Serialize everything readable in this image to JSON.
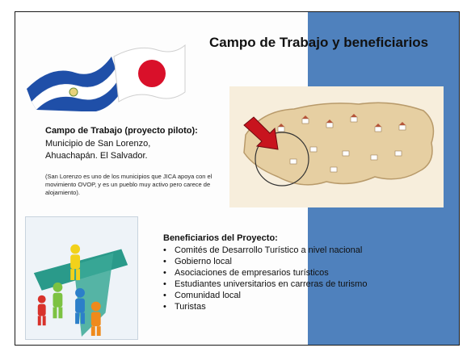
{
  "slide": {
    "title": "Campo de Trabajo y beneficiarios",
    "field": {
      "heading": "Campo de Trabajo (proyecto piloto):",
      "line1": "Municipio de San Lorenzo,",
      "line2": "Ahuachapán. El Salvador.",
      "note": "(San Lorenzo es uno de los municipios que JICA apoya con el movimiento OVOP, y es un pueblo muy activo pero carece de alojamiento)."
    },
    "beneficiaries": {
      "heading": "Beneficiarios del Proyecto:",
      "items": [
        "Comités de Desarrollo Turístico a nivel nacional",
        "Gobierno local",
        "Asociaciones de empresarios turísticos",
        "Estudiantes universitarios en carreras de turismo",
        "Comunidad local",
        "Turistas"
      ]
    },
    "colors": {
      "panel": "#4f81bd",
      "salvador_blue": "#1f4fa8",
      "japan_red": "#d9102a",
      "map_tan": "#e6cfa2",
      "arrow_red": "#c8141e"
    },
    "icons": {
      "flags": "el-salvador-japan-flags",
      "map": "el-salvador-map",
      "arrow": "red-arrow-icon",
      "team": "teamwork-people-icon"
    }
  }
}
